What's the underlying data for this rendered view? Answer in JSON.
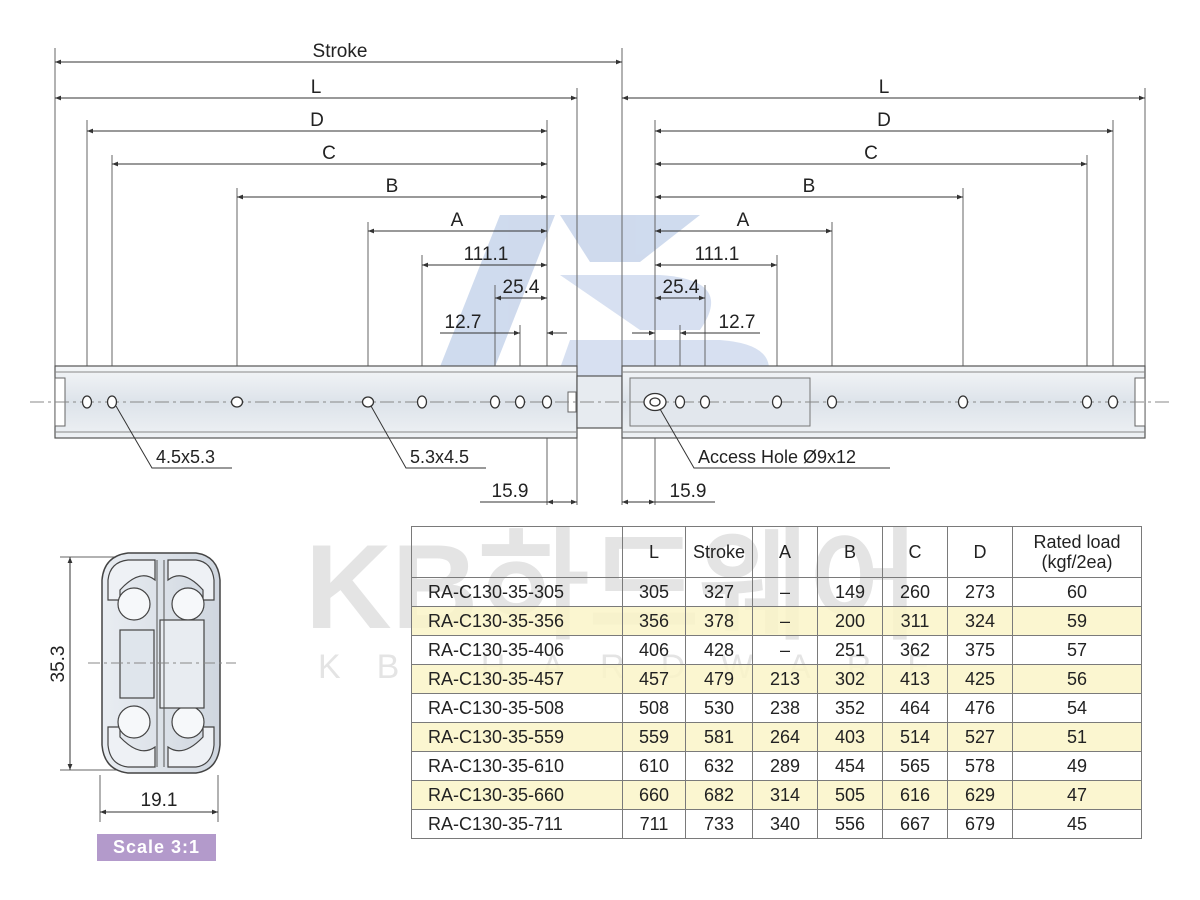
{
  "dimensions": {
    "stroke": "Stroke",
    "l": "L",
    "d": "D",
    "c": "C",
    "b": "B",
    "a": "A",
    "pitch_111": "111.1",
    "pitch_25": "25.4",
    "pitch_12": "12.7",
    "offset_15": "15.9"
  },
  "callouts": {
    "slot_small": "4.5x5.3",
    "slot_large": "5.3x4.5",
    "access_hole": "Access Hole Ø9x12"
  },
  "section": {
    "height": "35.3",
    "width": "19.1",
    "scale": "Scale 3:1"
  },
  "watermark": {
    "logo_text": "KB",
    "brand_kr": "KB하드웨어",
    "brand_en": "KB HARDWARE"
  },
  "table": {
    "headers": [
      "",
      "L",
      "Stroke",
      "A",
      "B",
      "C",
      "D",
      "Rated load (kgf/2ea)"
    ],
    "load_header_line1": "Rated load",
    "load_header_line2": "(kgf/2ea)",
    "rows": [
      [
        "RA-C130-35-305",
        "305",
        "327",
        "–",
        "149",
        "260",
        "273",
        "60"
      ],
      [
        "RA-C130-35-356",
        "356",
        "378",
        "–",
        "200",
        "311",
        "324",
        "59"
      ],
      [
        "RA-C130-35-406",
        "406",
        "428",
        "–",
        "251",
        "362",
        "375",
        "57"
      ],
      [
        "RA-C130-35-457",
        "457",
        "479",
        "213",
        "302",
        "413",
        "425",
        "56"
      ],
      [
        "RA-C130-35-508",
        "508",
        "530",
        "238",
        "352",
        "464",
        "476",
        "54"
      ],
      [
        "RA-C130-35-559",
        "559",
        "581",
        "264",
        "403",
        "514",
        "527",
        "51"
      ],
      [
        "RA-C130-35-610",
        "610",
        "632",
        "289",
        "454",
        "565",
        "578",
        "49"
      ],
      [
        "RA-C130-35-660",
        "660",
        "682",
        "314",
        "505",
        "616",
        "629",
        "47"
      ],
      [
        "RA-C130-35-711",
        "711",
        "733",
        "340",
        "556",
        "667",
        "679",
        "45"
      ]
    ]
  }
}
